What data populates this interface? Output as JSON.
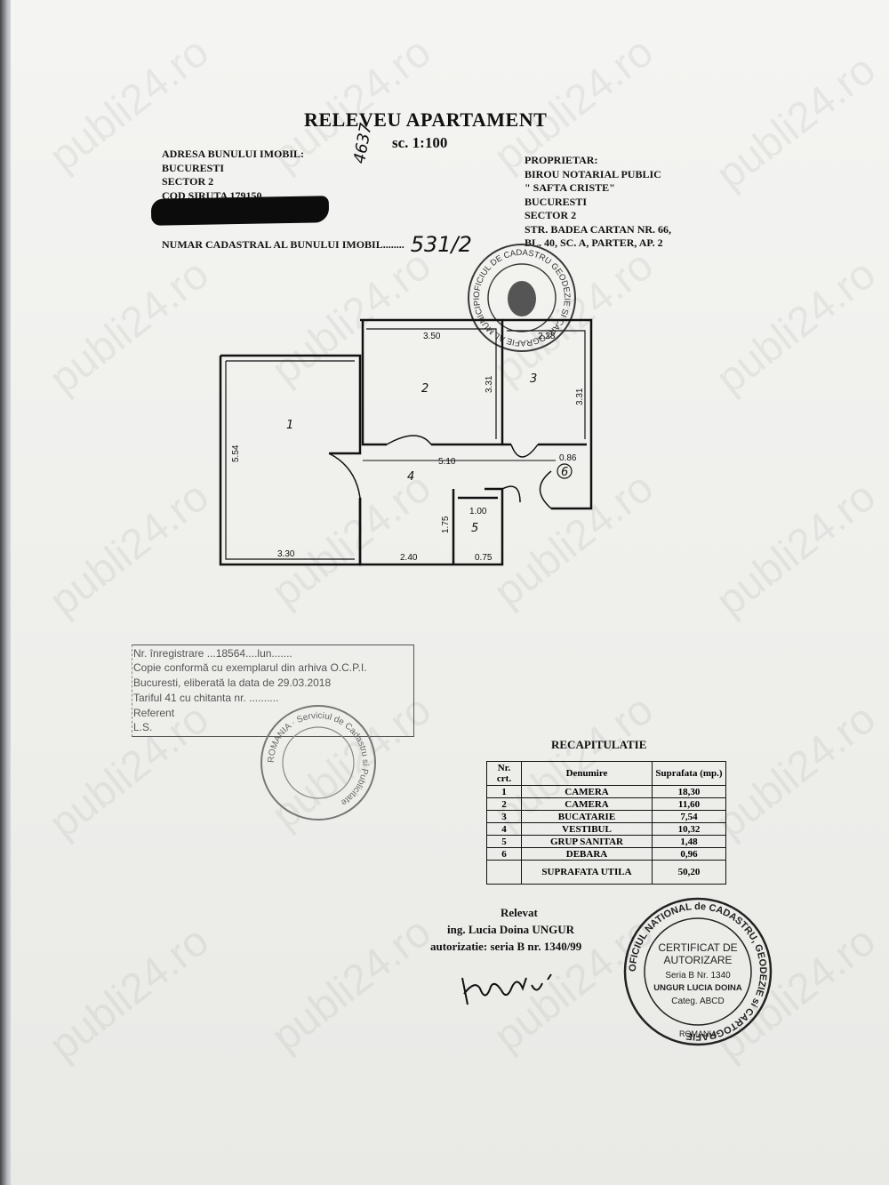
{
  "document": {
    "title": "RELEVEU APARTAMENT",
    "scale": "sc. 1:100",
    "address_block": {
      "label": "ADRESA BUNULUI IMOBIL:",
      "lines": [
        "BUCURESTI",
        "SECTOR 2",
        "COD SIRUTA 179150"
      ]
    },
    "cadastral_label": "NUMAR CADASTRAL AL BUNULUI IMOBIL........",
    "cadastral_handwritten": "531/2",
    "margin_handwritten": "4637",
    "owner_block": {
      "label": "PROPRIETAR:",
      "lines": [
        "BIROU NOTARIAL PUBLIC",
        "\" SAFTA CRISTE\"",
        "BUCURESTI",
        "SECTOR 2",
        "STR. BADEA CARTAN NR. 66,",
        "BL. 40, SC. A, PARTER, AP. 2"
      ]
    }
  },
  "floor_plan": {
    "rooms": [
      {
        "number": "1"
      },
      {
        "number": "2"
      },
      {
        "number": "3"
      },
      {
        "number": "4"
      },
      {
        "number": "5"
      },
      {
        "number": "6"
      }
    ],
    "dimensions": [
      "3.50",
      "2.28",
      "3.31",
      "3.31",
      "5.54",
      "5.10",
      "0.86",
      "1.00",
      "1.75",
      "3.30",
      "2.40",
      "0.75"
    ]
  },
  "copy_stamp": {
    "lines": [
      "Nr. înregistrare ...18564....lun.......",
      "Copie conformă cu exemplarul din arhiva O.C.P.I.",
      "Bucuresti, eliberată la data de 29.03.2018",
      "Tariful 41 cu chitanta nr. ..........",
      "Referent",
      "L.S."
    ],
    "seal_text": "ROMANIA · Serviciul de Cadastru si Publicitate"
  },
  "cadastru_seal": "OFICIUL DE CADASTRU GEODEZIE SI CARTOGRAFIE AL MUNICIPIULUI BUCURESTI",
  "recapitulatie": {
    "title": "RECAPITULATIE",
    "headers": [
      "Nr. crt.",
      "Denumire",
      "Suprafata (mp.)"
    ],
    "rows": [
      [
        "1",
        "CAMERA",
        "18,30"
      ],
      [
        "2",
        "CAMERA",
        "11,60"
      ],
      [
        "3",
        "BUCATARIE",
        "7,54"
      ],
      [
        "4",
        "VESTIBUL",
        "10,32"
      ],
      [
        "5",
        "GRUP SANITAR",
        "1,48"
      ],
      [
        "6",
        "DEBARA",
        "0,96"
      ]
    ],
    "total_label": "SUPRAFATA UTILA",
    "total_value": "50,20"
  },
  "signature_block": {
    "relevat": "Relevat",
    "name": "ing. Lucia Doina UNGUR",
    "authorization": "autorizatie: seria B nr. 1340/99"
  },
  "certificate_stamp": {
    "ring_text": "OFICIUL NATIONAL de CADASTRU, GEODEZIE si CARTOGRAFIE",
    "line1": "CERTIFICAT DE",
    "line2": "AUTORIZARE",
    "line3": "Seria B  Nr. 1340",
    "line4": "UNGUR LUCIA DOINA",
    "line5": "Categ. ABCD",
    "line6": "ROMANIA"
  },
  "watermark": "publi24.ro"
}
